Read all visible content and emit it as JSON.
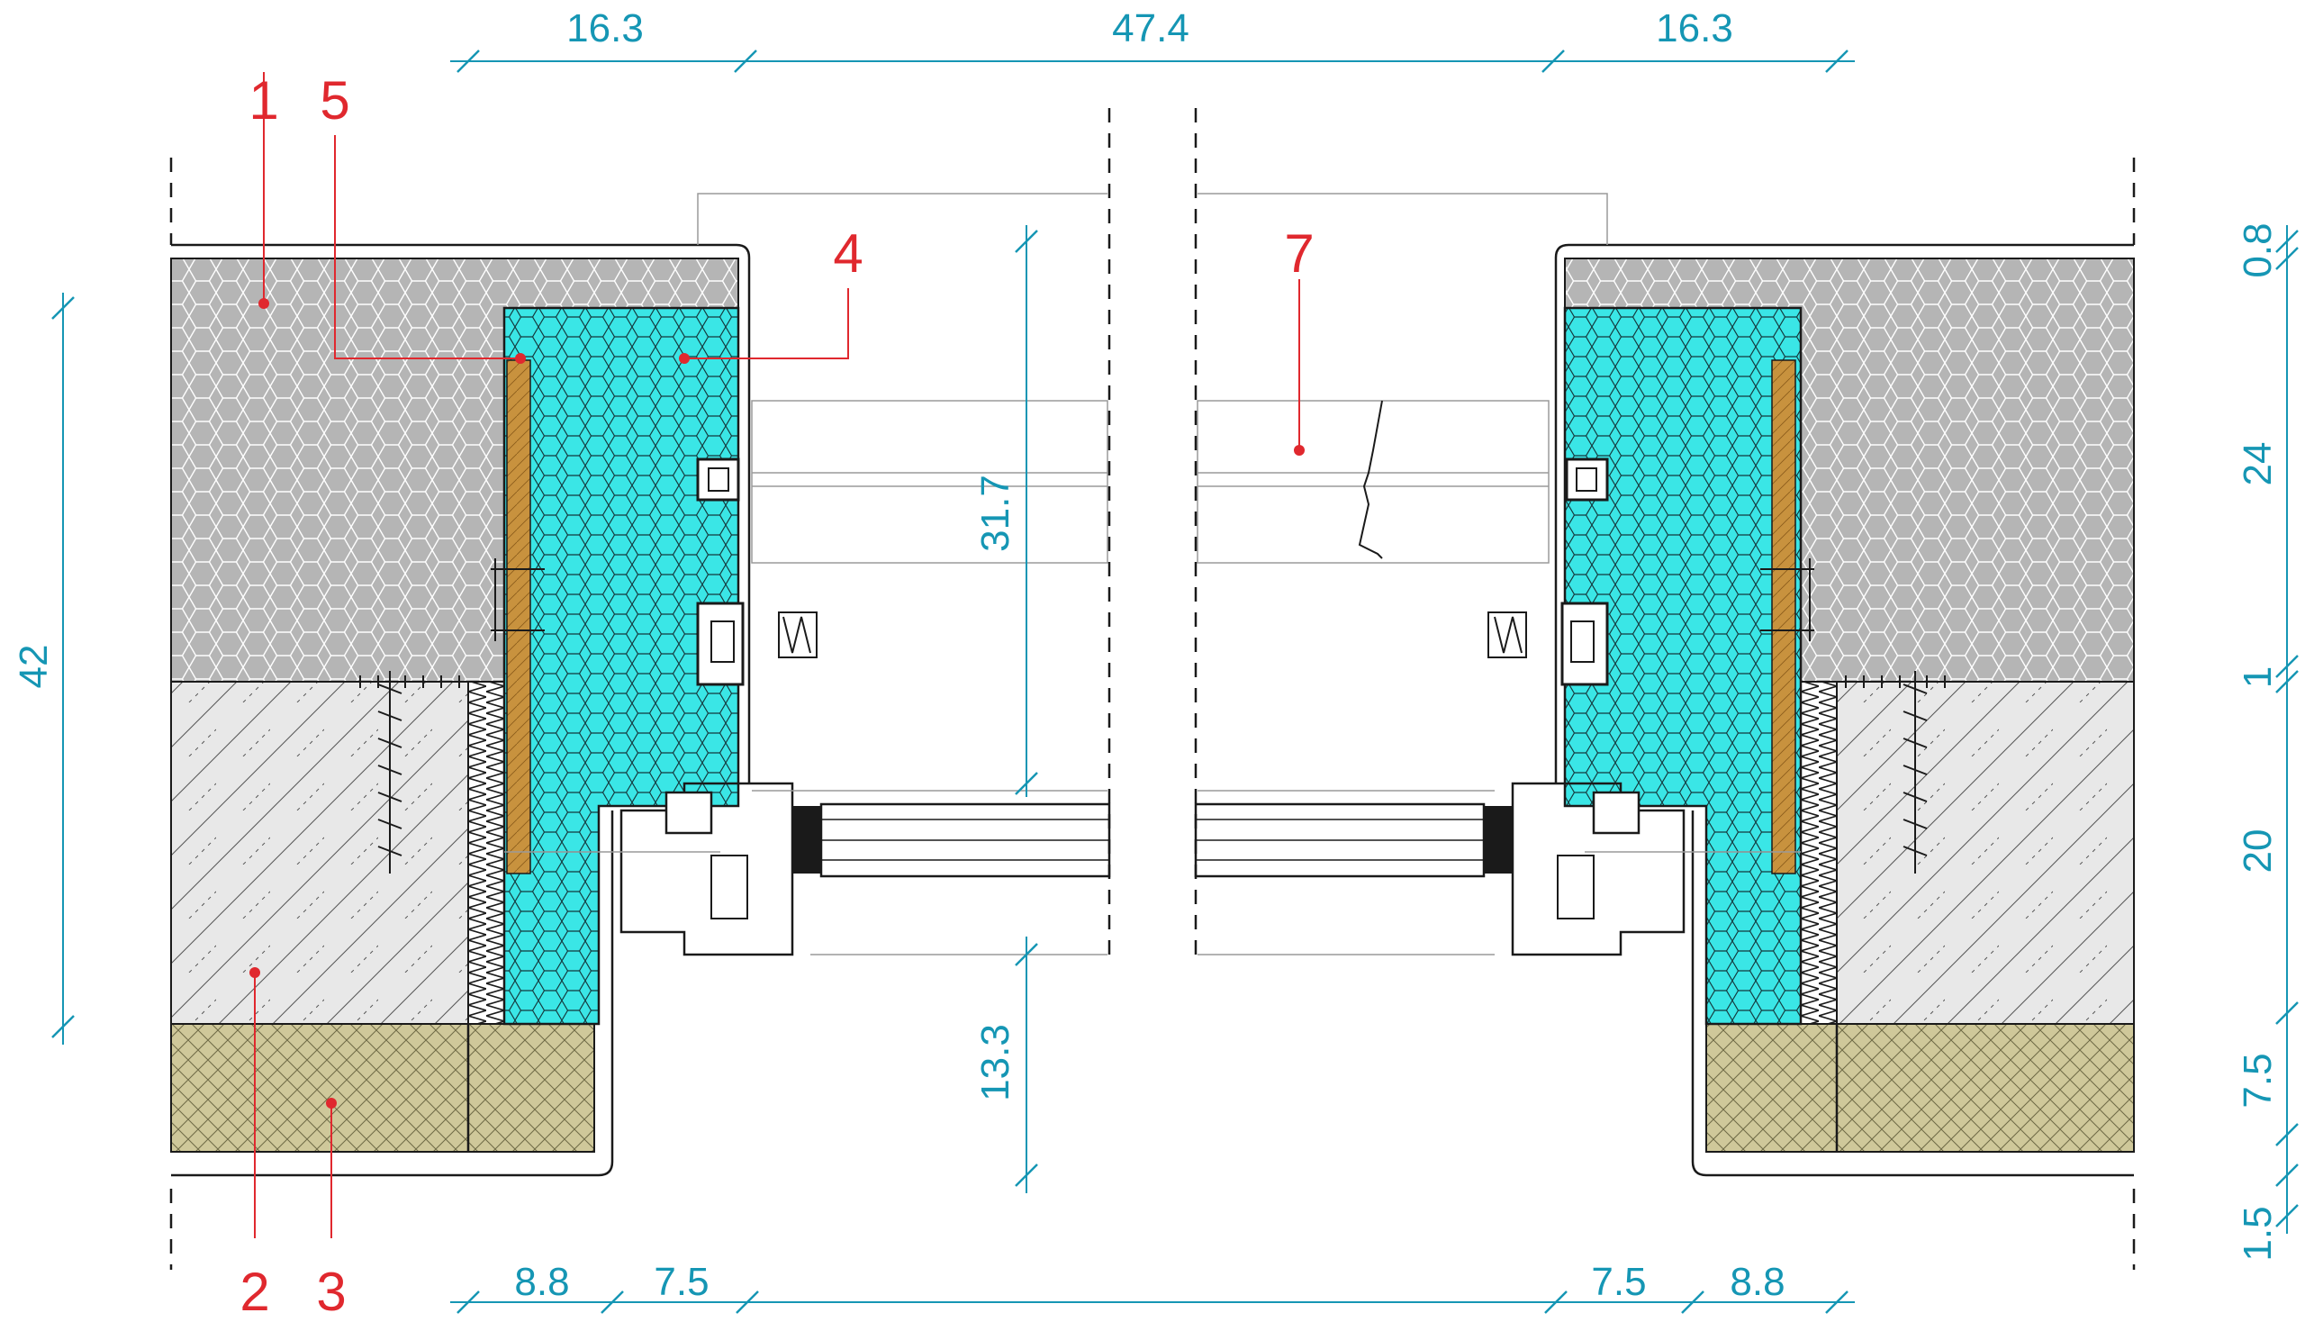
{
  "dimensions": {
    "top_left": "16.3",
    "top_middle": "47.4",
    "top_right": "16.3",
    "left_height": "42",
    "opening_height": "31.7",
    "sill_height": "13.3",
    "right_top": "0.8",
    "right_24": "24",
    "right_1": "1",
    "right_20": "20",
    "right_75": "7.5",
    "right_15": "1.5",
    "bottom_left_a": "8.8",
    "bottom_left_b": "7.5",
    "bottom_right_a": "7.5",
    "bottom_right_b": "8.8"
  },
  "callouts": [
    "1",
    "2",
    "3",
    "4",
    "5",
    "7"
  ],
  "colors": {
    "insulation_grey": "#b5b5b5",
    "insulation_cyan": "#3ae6e6",
    "wood": "#c8923e",
    "masonry": "#e6e6e6",
    "stone": "#cfc89a",
    "dimension": "#1596b4",
    "callout": "#e0282e"
  }
}
